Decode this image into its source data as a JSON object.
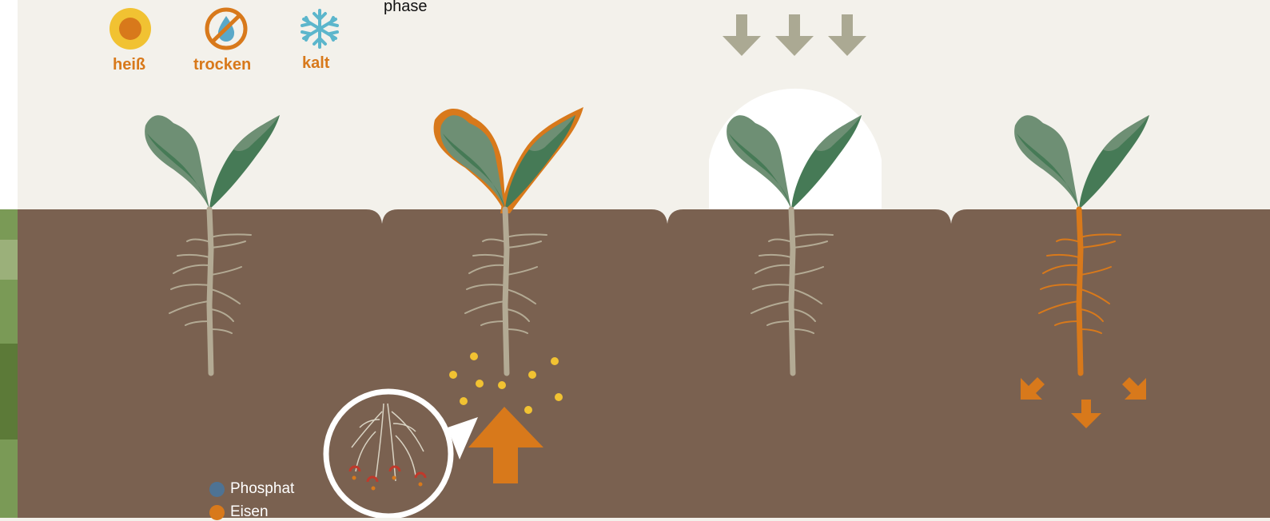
{
  "conditions": [
    {
      "label": "heiß",
      "icon": "sun-icon"
    },
    {
      "label": "trocken",
      "icon": "no-water-icon"
    },
    {
      "label": "kalt",
      "icon": "snowflake-icon"
    }
  ],
  "header_text": "phase",
  "legend": [
    {
      "label": "Phosphat",
      "color": "#4e7394"
    },
    {
      "label": "Eisen",
      "color": "#d8791b"
    }
  ],
  "colors": {
    "background": "#f3f1eb",
    "soil": "#7a6150",
    "leaf_light": "#6e8f74",
    "leaf_dark": "#467a56",
    "root": "#b3aa94",
    "accent_orange": "#d8791b",
    "nutrient_yellow": "#f1c232",
    "arrow_grey": "#aba993"
  }
}
